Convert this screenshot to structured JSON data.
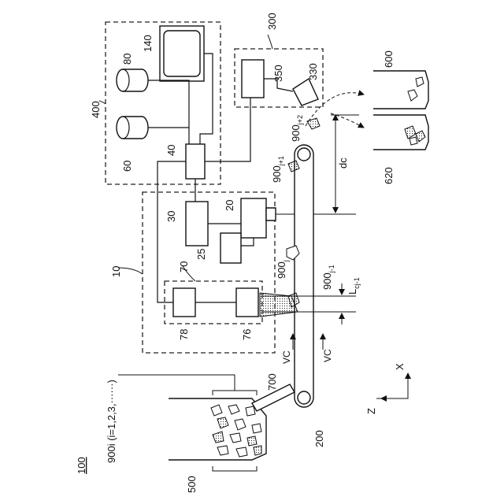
{
  "figure_label": "100",
  "labels": {
    "l10": "10",
    "l20": "20",
    "l25": "25",
    "l30": "30",
    "l40": "40",
    "l60": "60",
    "l70": "70",
    "l76": "76",
    "l78": "78",
    "l80": "80",
    "l140": "140",
    "l200": "200",
    "l300": "300",
    "l330": "330",
    "l350": "350",
    "l400": "400",
    "l500": "500",
    "l600": "600",
    "l620": "620",
    "l700": "700",
    "dc": "dc",
    "vc_top": "VC",
    "vc_bottom": "VC",
    "axis_x": "X",
    "axis_z": "Z",
    "series_label": "900i (i=1,2,3,······)",
    "item_j": "900",
    "item_j_sub": "j",
    "item_jm1": "900",
    "item_jm1_sub": "j-1",
    "item_jp1": "900",
    "item_jp1_sub": "j+1",
    "item_jp2": "900",
    "item_jp2_sub": "j+2",
    "lcj": "L",
    "lcj_sub": "cj-1"
  }
}
